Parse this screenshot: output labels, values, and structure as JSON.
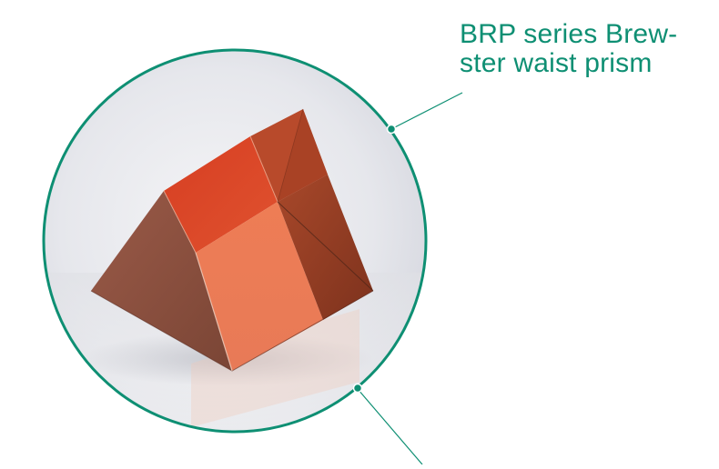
{
  "label": {
    "line1": "BRP series Brew-",
    "line2": "ster waist prism"
  },
  "colors": {
    "accent": "#0e8f73",
    "prism_face_light": "#ec7a52",
    "prism_face_mid": "#d9482a",
    "prism_face_dark": "#8a3a22",
    "background": "#ffffff"
  },
  "icons": {
    "product": "brewster-prism-image",
    "pointer": "callout-line"
  }
}
